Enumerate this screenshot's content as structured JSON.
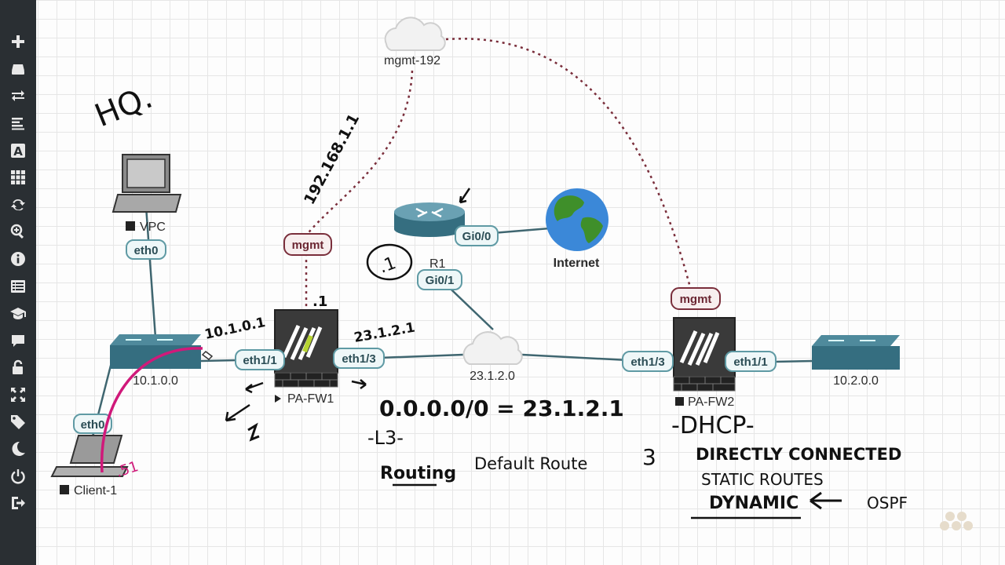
{
  "sidebar": {
    "items": [
      {
        "name": "add-node-button",
        "icon": "plus-icon"
      },
      {
        "name": "nodes-button",
        "icon": "server-icon"
      },
      {
        "name": "networks-button",
        "icon": "arrows-icon"
      },
      {
        "name": "startup-configs-button",
        "icon": "align-icon"
      },
      {
        "name": "text-button",
        "icon": "text-icon"
      },
      {
        "name": "status-button",
        "icon": "grid-icon"
      },
      {
        "name": "refresh-button",
        "icon": "refresh-icon"
      },
      {
        "name": "zoom-button",
        "icon": "zoom-icon"
      },
      {
        "name": "info-button",
        "icon": "info-icon"
      },
      {
        "name": "list-button",
        "icon": "list-icon"
      },
      {
        "name": "lab-details-button",
        "icon": "graduation-icon"
      },
      {
        "name": "chat-button",
        "icon": "comment-icon"
      },
      {
        "name": "lock-button",
        "icon": "unlock-icon"
      },
      {
        "name": "fullscreen-button",
        "icon": "expand-icon"
      },
      {
        "name": "tags-button",
        "icon": "tag-icon"
      },
      {
        "name": "dark-mode-button",
        "icon": "moon-icon"
      },
      {
        "name": "power-button",
        "icon": "power-icon"
      },
      {
        "name": "logout-button",
        "icon": "signout-icon"
      }
    ]
  },
  "nodes": {
    "mgmt_cloud": "mgmt-192",
    "vpc": "VPC",
    "switch1": "10.1.0.0",
    "client": "Client-1",
    "fw1": "PA-FW1",
    "r1": "R1",
    "internet": "Internet",
    "transit_cloud": "23.1.2.0",
    "fw2": "PA-FW2",
    "switch2": "10.2.0.0"
  },
  "interfaces": {
    "vpc_eth0": "eth0",
    "client_eth0": "eth0",
    "fw1_mgmt": "mgmt",
    "fw1_eth1_1": "eth1/1",
    "fw1_eth1_3": "eth1/3",
    "r1_gi0_0": "Gi0/0",
    "r1_gi0_1": "Gi0/1",
    "fw2_mgmt": "mgmt",
    "fw2_eth1_3": "eth1/3",
    "fw2_eth1_1": "eth1/1"
  },
  "handwriting": {
    "hq": "HQ.",
    "mgmt_ip": "192.168.1.1",
    "fw1_inside_ip": "10.1.0.1",
    "fw1_outside_ip": "23.1.2.1",
    "fw1_host": ".1",
    "r1_host": ".1",
    "client_host": ".51",
    "default_route_eq": "0.0.0.0/0 = 23.1.2.1",
    "l3": "-L3-",
    "routing": "Routing",
    "default_route": "Default Route",
    "three": "3",
    "dhcp": "-DHCP-",
    "directly_connected": "DIRECTLY CONNECTED",
    "static_routes": "STATIC ROUTES",
    "dynamic": "DYNAMIC",
    "ospf": "OSPF"
  },
  "colors": {
    "sidebar_bg": "#2a2f33",
    "link": "#3f6670",
    "mgmt_link": "#7a2e3b",
    "tag_border": "#5f9aa4",
    "tag_bg": "#eef7f8",
    "mgmt_tag_border": "#7a2e3b",
    "pink_ink": "#d0197a"
  }
}
